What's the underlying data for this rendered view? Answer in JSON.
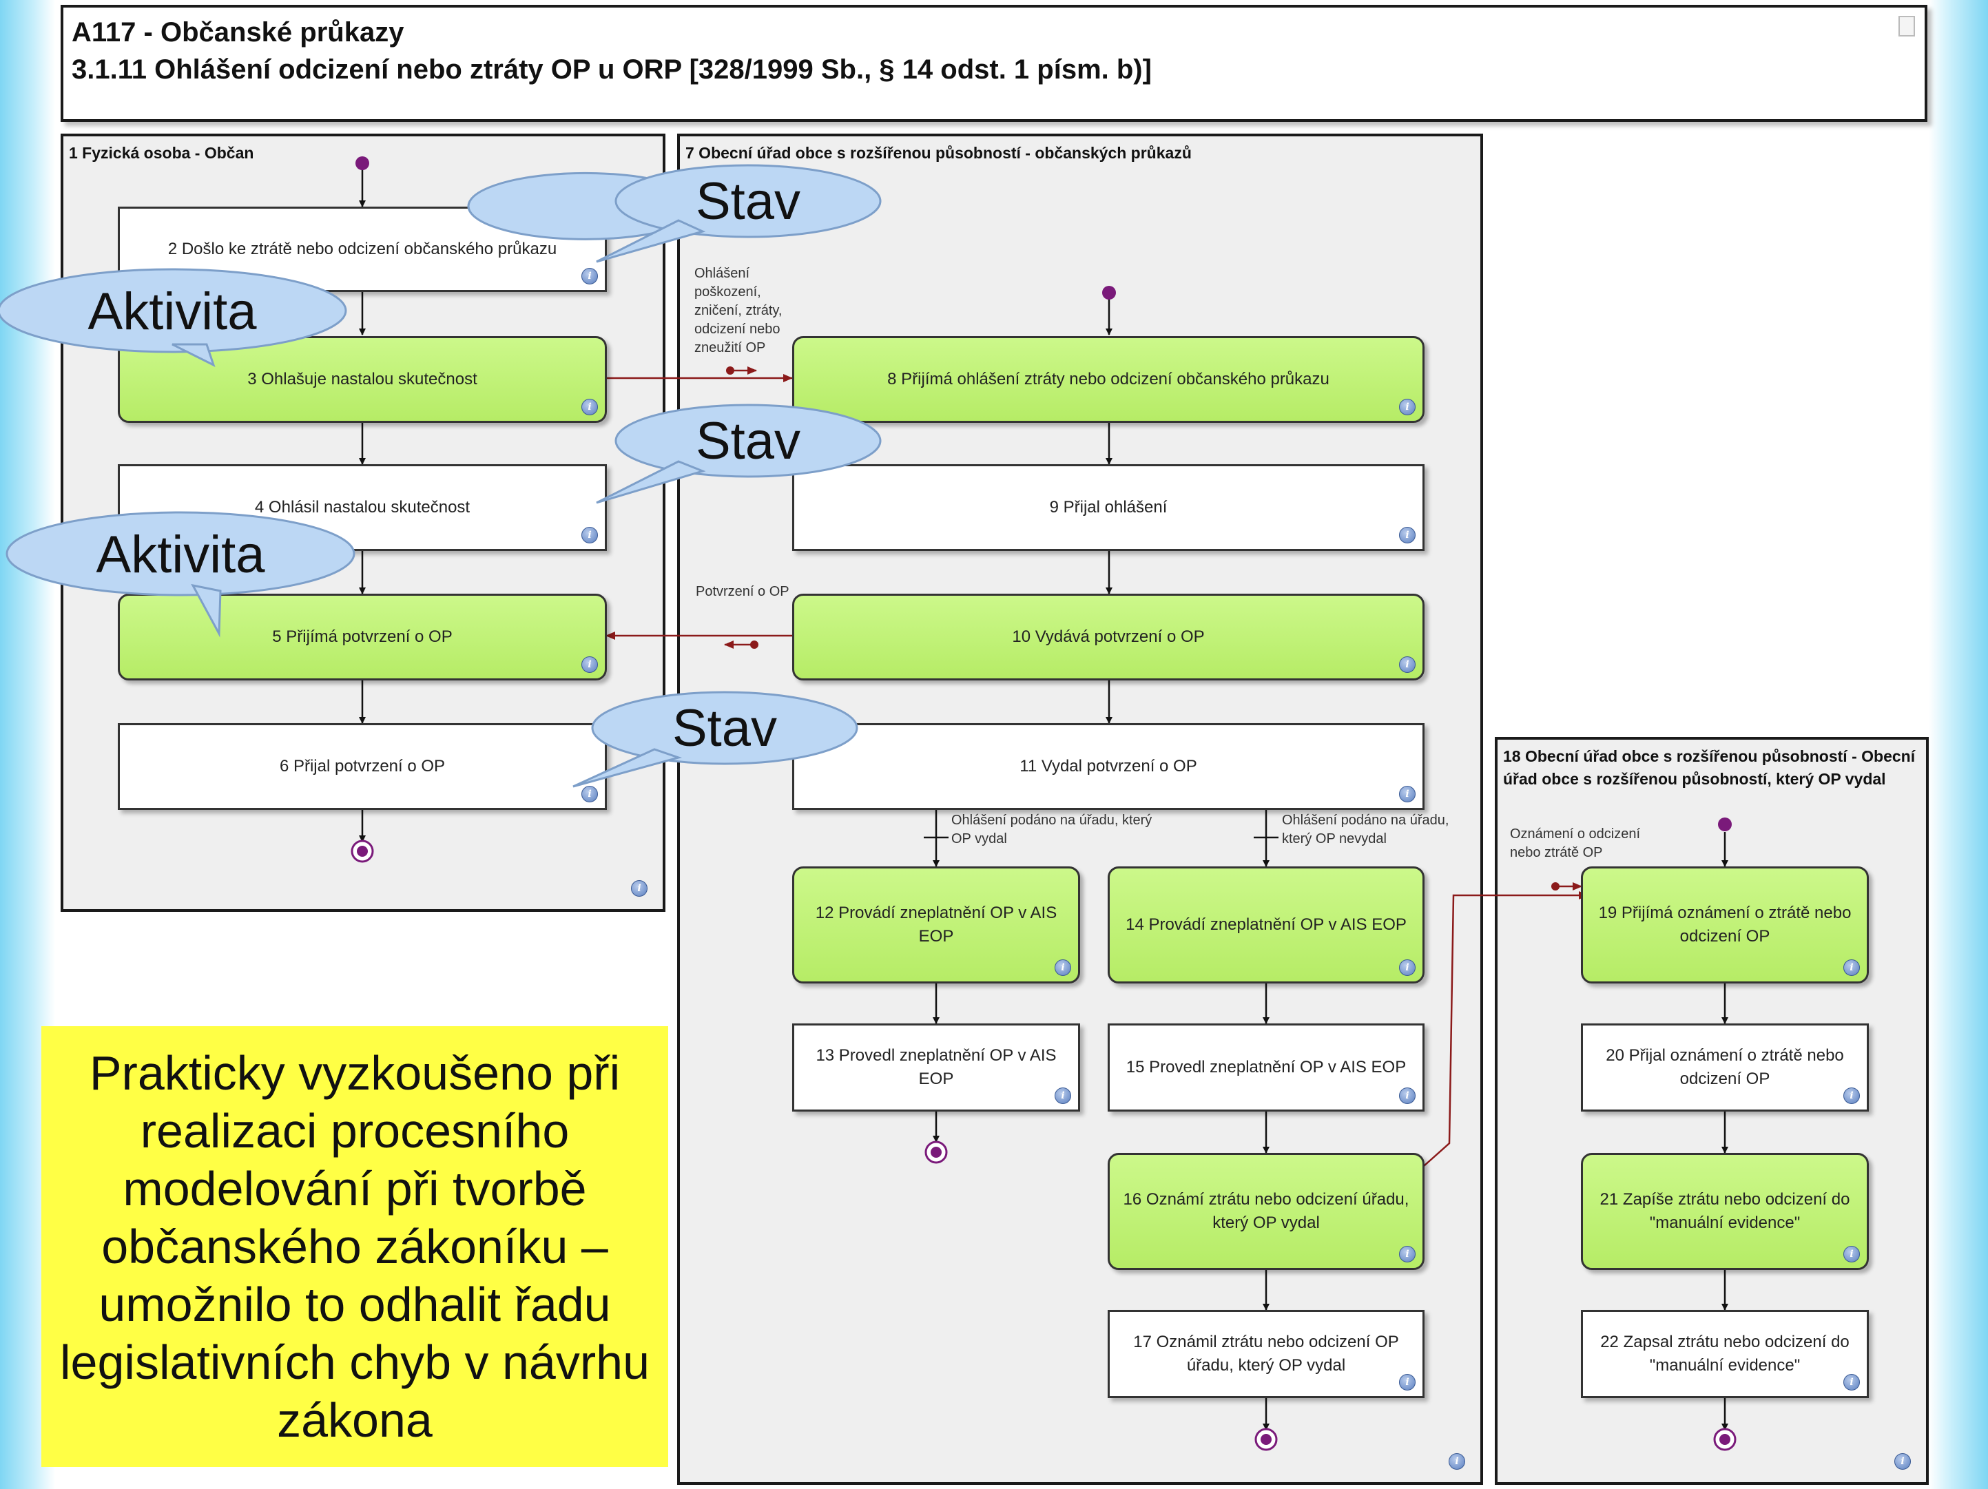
{
  "header": {
    "line1": "A117 - Občanské průkazy",
    "line2": "3.1.11 Ohlášení odcizení nebo ztráty OP u ORP [328/1999 Sb., § 14 odst. 1 písm. b)]"
  },
  "lanes": {
    "citizen": "1 Fyzická osoba - Občan",
    "orp": "7 Obecní úřad obce s rozšířenou působností - občanských průkazů",
    "orp_issuer": "18 Obecní úřad obce s rozšířenou působností - Obecní úřad obce s rozšířenou působností, který OP vydal"
  },
  "nodes": {
    "n2": "2 Došlo ke ztrátě nebo odcizení občanského průkazu",
    "n3": "3 Ohlašuje nastalou skutečnost",
    "n4": "4 Ohlásil nastalou skutečnost",
    "n5": "5 Přijímá potvrzení o OP",
    "n6": "6 Přijal potvrzení o OP",
    "n8": "8 Přijímá ohlášení ztráty nebo odcizení občanského průkazu",
    "n9": "9 Přijal ohlášení",
    "n10": "10 Vydává potvrzení o OP",
    "n11": "11 Vydal potvrzení o OP",
    "n12": "12 Provádí zneplatnění OP v AIS EOP",
    "n13": "13 Provedl zneplatnění OP v AIS EOP",
    "n14": "14 Provádí zneplatnění OP v AIS EOP",
    "n15": "15 Provedl zneplatnění OP v AIS EOP",
    "n16": "16 Oznámí ztrátu nebo odcizení úřadu, který OP vydal",
    "n17": "17 Oznámil ztrátu nebo odcizení OP úřadu, který OP vydal",
    "n19": "19 Přijímá oznámení o ztrátě nebo odcizení OP",
    "n20": "20 Přijal oznámení o ztrátě nebo odcizení OP",
    "n21": "21 Zapíše ztrátu nebo odcizení do \"manuální evidence\"",
    "n22": "22 Zapsal ztrátu nebo odcizení do \"manuální evidence\""
  },
  "messages": {
    "report": "Ohlášení poškození, zničení, ztráty, odcizení nebo zneužití OP",
    "confirmation": "Potvrzení o OP",
    "notice": "Oznámení o odcizení nebo ztrátě OP"
  },
  "conditions": {
    "issuing_office": "Ohlášení podáno na úřadu, který OP vydal",
    "other_office": "Ohlášení podáno na úřadu, který OP nevydal"
  },
  "callouts": {
    "state": "Stav",
    "activity": "Aktivita"
  },
  "note": "Prakticky vyzkoušeno při realizaci procesního modelování při tvorbě občanského zákoníku – umožnilo to odhalit řadu legislativních chyb v návrhu zákona",
  "colors": {
    "activity_fill": "#c4f47a",
    "state_fill": "#ffffff",
    "lane_fill": "#efefef",
    "message_flow": "#8b1a1a",
    "event": "#7a1a7a",
    "callout": "#bcd7f4",
    "note_bg": "#ffff45",
    "background_gradient": "#7fd6f3"
  }
}
